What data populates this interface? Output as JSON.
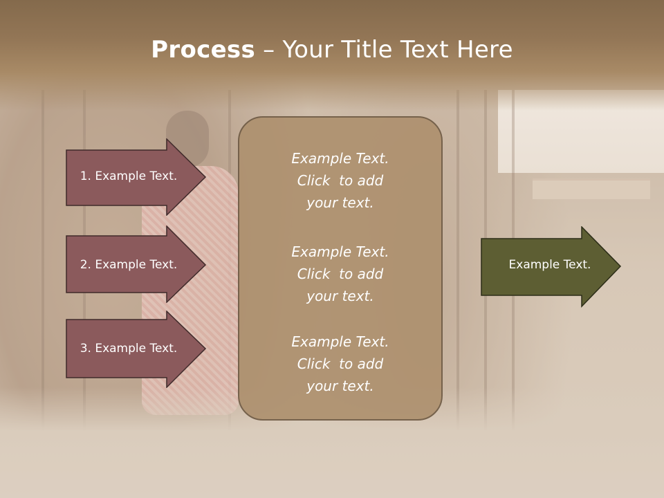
{
  "title": {
    "bold": "Process",
    "rest": " – Your Title Text Here"
  },
  "left_steps": [
    {
      "label": "1. Example Text."
    },
    {
      "label": "2. Example Text."
    },
    {
      "label": "3. Example Text."
    }
  ],
  "center_blocks": [
    {
      "line1": "Example Text.",
      "line2": "Click  to add",
      "line3": "your text."
    },
    {
      "line1": "Example Text.",
      "line2": "Click  to add",
      "line3": "your text."
    },
    {
      "line1": "Example Text.",
      "line2": "Click  to add",
      "line3": "your text."
    }
  ],
  "right_step": {
    "label": "Example Text."
  },
  "colors": {
    "left_arrow_fill": "#8b5a5c",
    "right_arrow_fill": "#5d5e33",
    "center_box_fill": "#ae916f",
    "title_band": "#937656"
  }
}
